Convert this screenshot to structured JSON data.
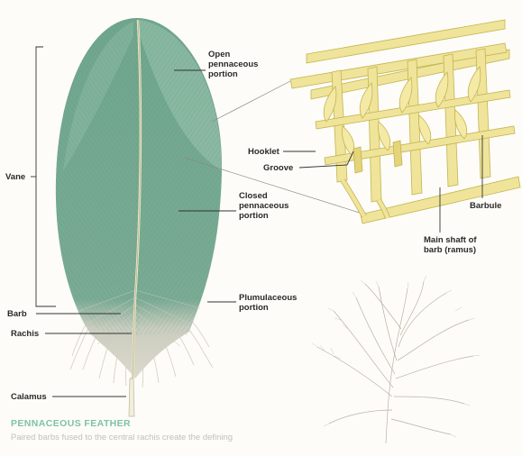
{
  "labels": {
    "open_pennaceous": "Open\npennaceous\nportion",
    "vane": "Vane",
    "closed_pennaceous": "Closed\npennaceous\nportion",
    "plumulaceous": "Plumulaceous\nportion",
    "barb": "Barb",
    "rachis": "Rachis",
    "calamus": "Calamus",
    "hooklet": "Hooklet",
    "groove": "Groove",
    "barbule": "Barbule",
    "main_shaft": "Main shaft of\nbarb (ramus)"
  },
  "caption": {
    "title": "PENNACEOUS FEATHER",
    "text": "Paired barbs fused to the central rachis create the defining"
  },
  "colors": {
    "vane_green": "#6fa890",
    "vane_light": "#8fbba5",
    "plumule": "#d8d2c6",
    "structure_yellow": "#ece08e",
    "structure_outline": "#c8b858",
    "caption_title": "#7fc2a3"
  }
}
